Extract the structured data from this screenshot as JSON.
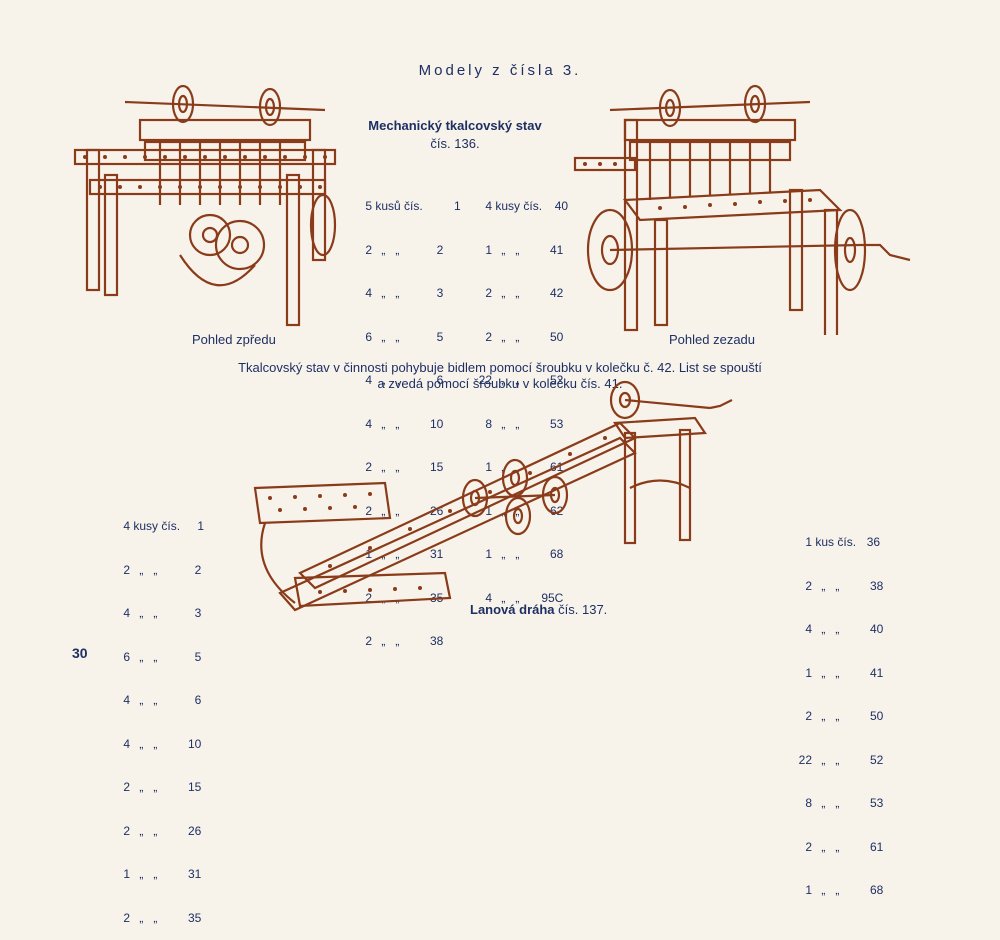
{
  "heading": "Modely z čísla 3.",
  "loom": {
    "title": "Mechanický tkalcovský stav",
    "number": "čís. 136.",
    "front_caption": "Pohled zpředu",
    "back_caption": "Pohled zezadu",
    "parts_left": [
      {
        "q": "5",
        "u": "kusů",
        "d": "čís.",
        "n": "1"
      },
      {
        "q": "2",
        "u": "",
        "d": "„   „",
        "n": "2"
      },
      {
        "q": "4",
        "u": "",
        "d": "„   „",
        "n": "3"
      },
      {
        "q": "6",
        "u": "",
        "d": "„   „",
        "n": "5"
      },
      {
        "q": "4",
        "u": "",
        "d": "„   „",
        "n": "6"
      },
      {
        "q": "4",
        "u": "",
        "d": "„   „",
        "n": "10"
      },
      {
        "q": "2",
        "u": "",
        "d": "„   „",
        "n": "15"
      },
      {
        "q": "2",
        "u": "",
        "d": "„   „",
        "n": "26"
      },
      {
        "q": "1",
        "u": "",
        "d": "„   „",
        "n": "31"
      },
      {
        "q": "2",
        "u": "",
        "d": "„   „",
        "n": "35"
      },
      {
        "q": "2",
        "u": "",
        "d": "„   „",
        "n": "38"
      }
    ],
    "parts_right": [
      {
        "q": "4",
        "u": "kusy",
        "d": "čís.",
        "n": "40"
      },
      {
        "q": "1",
        "u": "",
        "d": "„   „",
        "n": "41"
      },
      {
        "q": "2",
        "u": "",
        "d": "„   „",
        "n": "42"
      },
      {
        "q": "2",
        "u": "",
        "d": "„   „",
        "n": "50"
      },
      {
        "q": "22",
        "u": "",
        "d": "„   „",
        "n": "52"
      },
      {
        "q": "8",
        "u": "",
        "d": "„   „",
        "n": "53"
      },
      {
        "q": "1",
        "u": "",
        "d": "„   „",
        "n": "61"
      },
      {
        "q": "1",
        "u": "",
        "d": "„   „",
        "n": "62"
      },
      {
        "q": "1",
        "u": "",
        "d": "„   „",
        "n": "68"
      },
      {
        "q": "4",
        "u": "",
        "d": "„   „",
        "n": "95C"
      }
    ],
    "description_line1": "Tkalcovský stav v činnosti pohybuje bidlem pomocí šroubku v kolečku č. 42. List se spouští",
    "description_line2": "a zvedá pomocí šroubku v kolečku čís. 41."
  },
  "cableway": {
    "title_bold": "Lanová dráha",
    "title_number": "čís. 137.",
    "parts_left": [
      {
        "q": "4",
        "u": "kusy",
        "d": "čís.",
        "n": "1"
      },
      {
        "q": "2",
        "u": "",
        "d": "„   „",
        "n": "2"
      },
      {
        "q": "4",
        "u": "",
        "d": "„   „",
        "n": "3"
      },
      {
        "q": "6",
        "u": "",
        "d": "„   „",
        "n": "5"
      },
      {
        "q": "4",
        "u": "",
        "d": "„   „",
        "n": "6"
      },
      {
        "q": "4",
        "u": "",
        "d": "„   „",
        "n": "10"
      },
      {
        "q": "2",
        "u": "",
        "d": "„   „",
        "n": "15"
      },
      {
        "q": "2",
        "u": "",
        "d": "„   „",
        "n": "26"
      },
      {
        "q": "1",
        "u": "",
        "d": "„   „",
        "n": "31"
      },
      {
        "q": "2",
        "u": "",
        "d": "„   „",
        "n": "35"
      }
    ],
    "parts_right": [
      {
        "q": "1",
        "u": "kus",
        "d": "čís.",
        "n": "36"
      },
      {
        "q": "2",
        "u": "",
        "d": "„   „",
        "n": "38"
      },
      {
        "q": "4",
        "u": "",
        "d": "„   „",
        "n": "40"
      },
      {
        "q": "1",
        "u": "",
        "d": "„   „",
        "n": "41"
      },
      {
        "q": "2",
        "u": "",
        "d": "„   „",
        "n": "50"
      },
      {
        "q": "22",
        "u": "",
        "d": "„   „",
        "n": "52"
      },
      {
        "q": "8",
        "u": "",
        "d": "„   „",
        "n": "53"
      },
      {
        "q": "2",
        "u": "",
        "d": "„   „",
        "n": "61"
      },
      {
        "q": "1",
        "u": "",
        "d": "„   „",
        "n": "68"
      }
    ]
  },
  "page_number": "30",
  "colors": {
    "ink_blue": "#1e2f63",
    "ink_brown": "#8a3b1a",
    "paper": "#f7f3ea"
  }
}
